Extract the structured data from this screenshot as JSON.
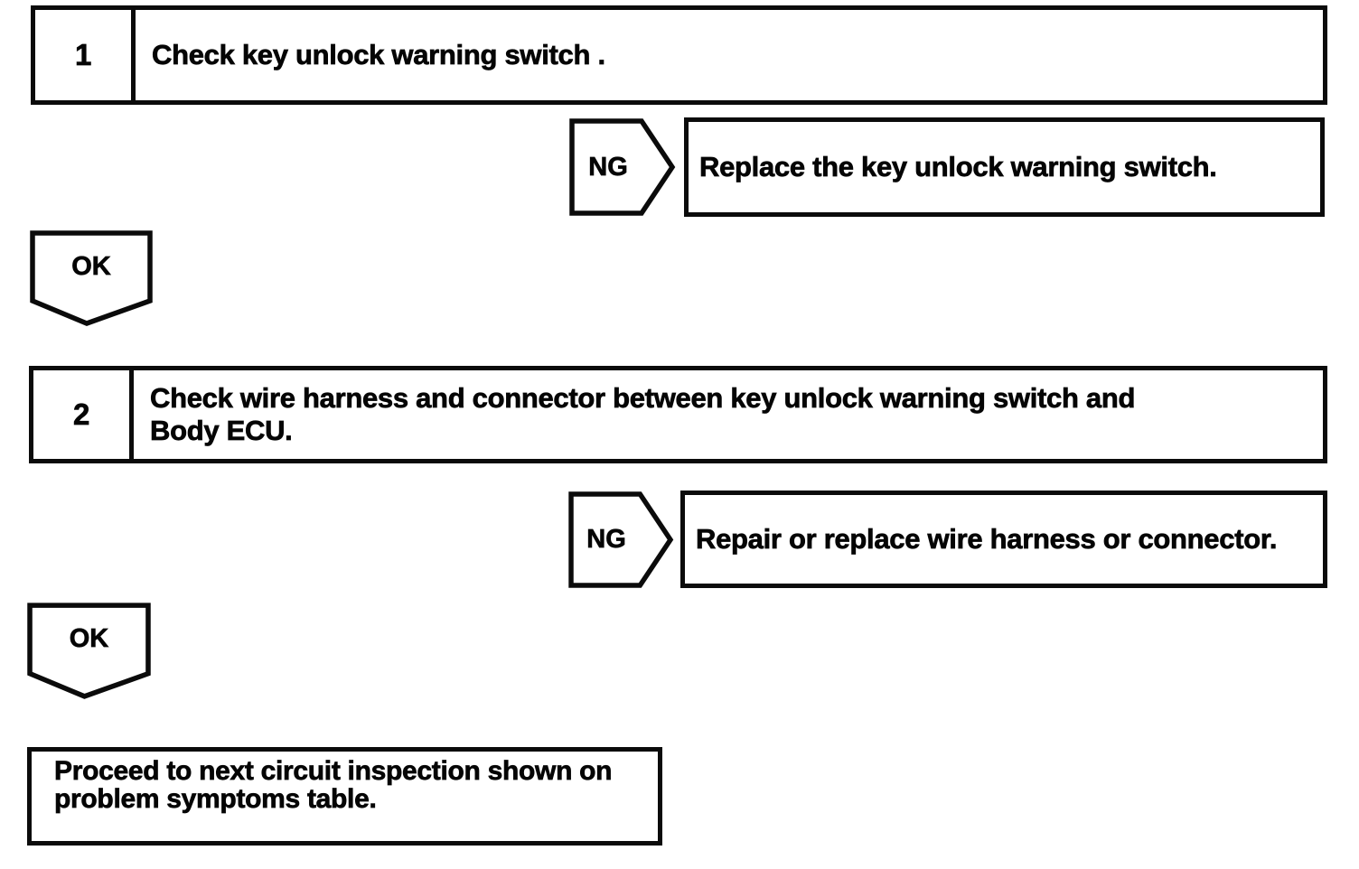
{
  "page": {
    "background": "#ffffff",
    "line_color": "#0b0b0b",
    "text_color": "#050505",
    "kind": "diagnostic-flowchart"
  },
  "flowchart": {
    "step1": {
      "number": "1",
      "text": "Check key unlock warning switch ."
    },
    "ng1": {
      "label": "NG",
      "direction": "right"
    },
    "action1": {
      "text": "Replace the key unlock warning switch."
    },
    "ok1": {
      "label": "OK",
      "direction": "down"
    },
    "step2": {
      "number": "2",
      "line1": "Check wire harness and connector between key unlock warning switch and",
      "line2": "Body ECU."
    },
    "ng2": {
      "label": "NG",
      "direction": "right"
    },
    "action2": {
      "text": "Repair or replace wire harness or connector."
    },
    "ok2": {
      "label": "OK",
      "direction": "down"
    },
    "end": {
      "line1": "Proceed to next circuit inspection shown on",
      "line2": "problem symptoms table."
    }
  }
}
